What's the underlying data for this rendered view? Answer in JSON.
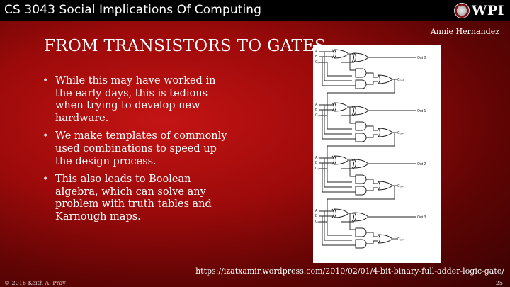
{
  "header": {
    "course_title": "CS 3043 Social Implications Of Computing",
    "logo_text": "WPI"
  },
  "presenter": "Annie Hernandez",
  "title": "FROM TRANSISTORS TO GATES",
  "bullets": [
    "While this may have worked in the early days, this is tedious when trying to develop new hardware.",
    "We make templates of commonly used combinations to speed up the design process.",
    "This also leads to Boolean algebra, which can solve any problem with truth tables and Karnough maps."
  ],
  "diagram": {
    "stages": [
      {
        "out": "Out 0",
        "carry": "C₀₀ₜ"
      },
      {
        "out": "Out 1",
        "carry": "C₀ᵤₜ"
      },
      {
        "out": "Out 2",
        "carry": "C₀ᵤₜ"
      },
      {
        "out": "Out 3",
        "carry": "C₀ᵤₜ"
      }
    ],
    "input_labels": [
      "A",
      "B",
      "Cᵢₙ"
    ]
  },
  "source_url": "https://izatxamir.wordpress.com/2010/02/01/4-bit-binary-full-adder-logic-gate/",
  "footer": {
    "copyright": "© 2016 Keith A. Pray",
    "page_number": "25"
  }
}
